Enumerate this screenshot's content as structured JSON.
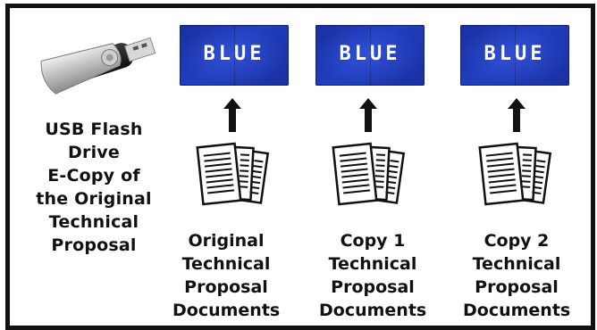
{
  "usb": {
    "caption_lines": [
      "USB Flash",
      "Drive",
      "E-Copy of",
      "the Original",
      "Technical",
      "Proposal"
    ]
  },
  "columns": [
    {
      "folder_label": "BLUE",
      "caption_lines": [
        "Original",
        "Technical",
        "Proposal",
        "Documents"
      ]
    },
    {
      "folder_label": "BLUE",
      "caption_lines": [
        "Copy 1",
        "Technical",
        "Proposal",
        "Documents"
      ]
    },
    {
      "folder_label": "BLUE",
      "caption_lines": [
        "Copy 2",
        "Technical",
        "Proposal",
        "Documents"
      ]
    }
  ],
  "colors": {
    "folder_blue": "#1f3bb3",
    "text": "#111111",
    "border": "#111111"
  }
}
